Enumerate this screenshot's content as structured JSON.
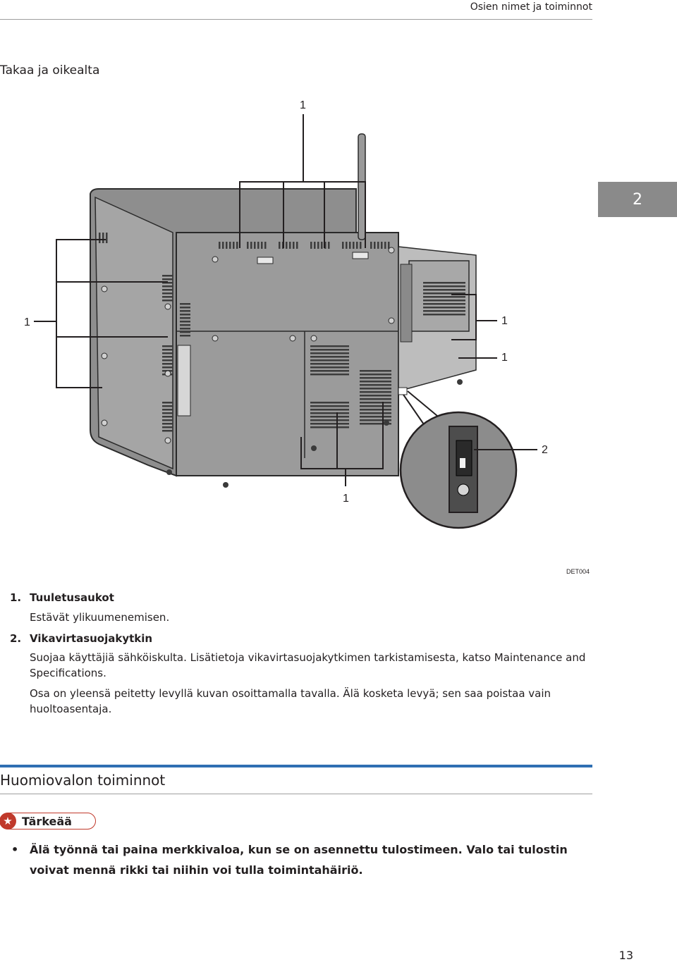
{
  "header": {
    "running_title": "Osien nimet ja toiminnot"
  },
  "section_title": "Takaa ja oikealta",
  "chapter_tab": "2",
  "figure": {
    "callouts": [
      "1",
      "1",
      "1",
      "1",
      "2",
      "1"
    ],
    "figure_id": "DET004"
  },
  "items": [
    {
      "number": "1.",
      "title": "Tuuletusaukot",
      "body": [
        "Estävät ylikuumenemisen."
      ]
    },
    {
      "number": "2.",
      "title": "Vikavirtasuojakytkin",
      "body": [
        "Suojaa käyttäjiä sähköiskulta. Lisätietoja vikavirtasuojakytkimen tarkistamisesta, katso Maintenance and Specifications.",
        "Osa on yleensä peitetty levyllä kuvan osoittamalla tavalla. Älä kosketa levyä; sen saa poistaa vain huoltoasentaja."
      ]
    }
  ],
  "subsection_title": "Huomiovalon toiminnot",
  "important": {
    "icon": "star-icon",
    "label": "Tärkeää"
  },
  "bullets": [
    "Älä työnnä tai paina merkkivaloa, kun se on asennettu tulostimeen. Valo tai tulostin voivat mennä rikki tai niihin voi tulla toimintahäiriö."
  ],
  "colors": {
    "accent": "#2f6fb3",
    "important": "#c0392b",
    "tab": "#8a8a8a"
  },
  "page_number": "13"
}
